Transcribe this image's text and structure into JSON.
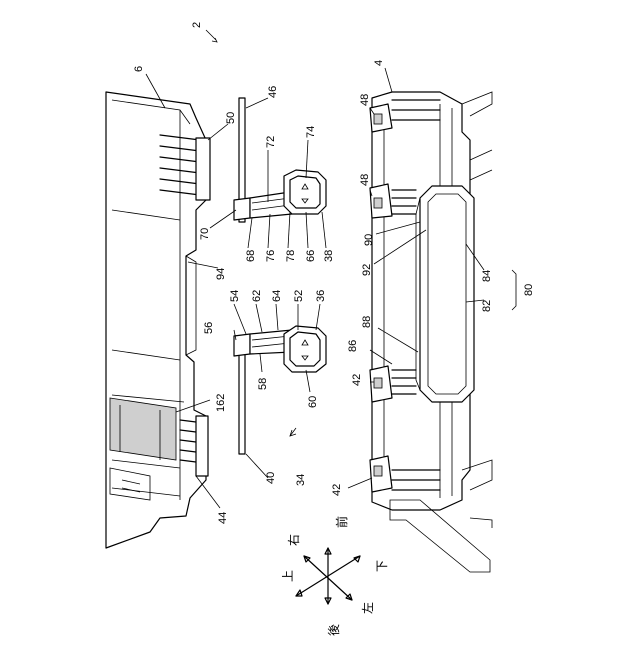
{
  "figure": {
    "labels": {
      "n2": "2",
      "n4": "4",
      "n6": "6",
      "n34": "34",
      "n36": "36",
      "n38": "38",
      "n40": "40",
      "n42a": "42",
      "n42b": "42",
      "n44": "44",
      "n46": "46",
      "n48a": "48",
      "n48b": "48",
      "n50": "50",
      "n52": "52",
      "n54": "54",
      "n56": "56",
      "n58": "58",
      "n60": "60",
      "n62": "62",
      "n64": "64",
      "n66": "66",
      "n68": "68",
      "n70": "70",
      "n72": "72",
      "n74": "74",
      "n76": "76",
      "n78": "78",
      "n80": "80",
      "n82": "82",
      "n84": "84",
      "n86": "86",
      "n88": "88",
      "n90": "90",
      "n92": "92",
      "n94": "94",
      "n162": "162"
    },
    "compass": {
      "up": "上",
      "down": "下",
      "front": "前",
      "back": "後",
      "left": "左",
      "right": "右"
    }
  }
}
